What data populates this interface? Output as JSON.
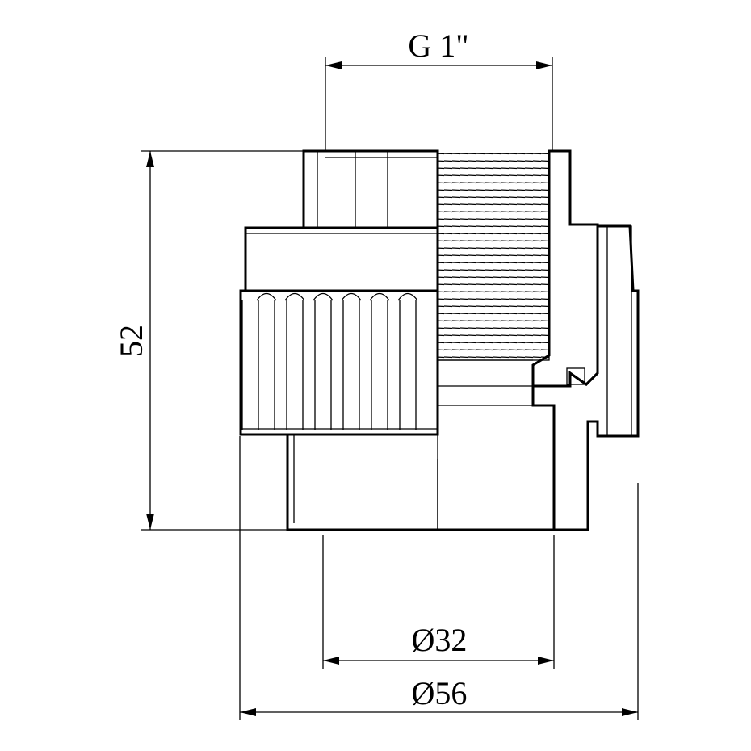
{
  "drawing": {
    "dimensions": {
      "thread": "G 1\"",
      "height": "52",
      "inner_diameter": "Ø32",
      "outer_diameter": "Ø56"
    }
  }
}
